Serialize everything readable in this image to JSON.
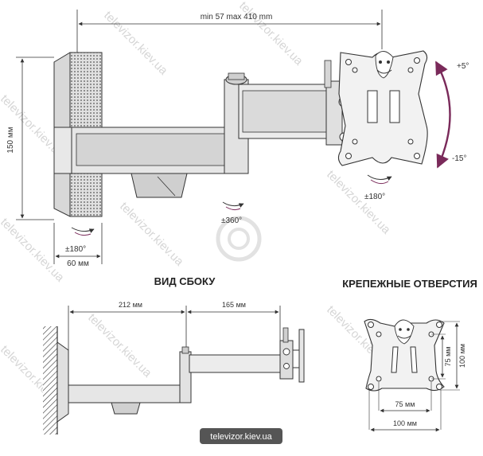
{
  "dimensions": {
    "arm_range": "min 57 max 410 mm",
    "height": "150 мм",
    "wall_plate_width": "60 мм",
    "rotation_wall": "±180°",
    "rotation_middle": "±360°",
    "rotation_head": "±180°",
    "tilt_up": "+5°",
    "tilt_down": "-15°",
    "arm_first": "212 мм",
    "arm_second": "165 мм",
    "hole_h_inner": "75 мм",
    "hole_h_outer": "100 мм",
    "hole_v_inner": "75 мм",
    "hole_v_outer": "100 мм"
  },
  "headings": {
    "side_view": "ВИД СБОКУ",
    "mount_holes": "КРЕПЕЖНЫЕ ОТВЕРСТИЯ"
  },
  "watermark": {
    "text": "televizor.kiev.ua"
  },
  "brand_badge": {
    "text": "televizor.kiev.ua"
  },
  "colors": {
    "line": "#333333",
    "fill_light": "#e4e4e4",
    "fill_mid": "#c9c9c9",
    "arrow_accent": "#7a2a5a",
    "badge_bg": "#555555"
  }
}
